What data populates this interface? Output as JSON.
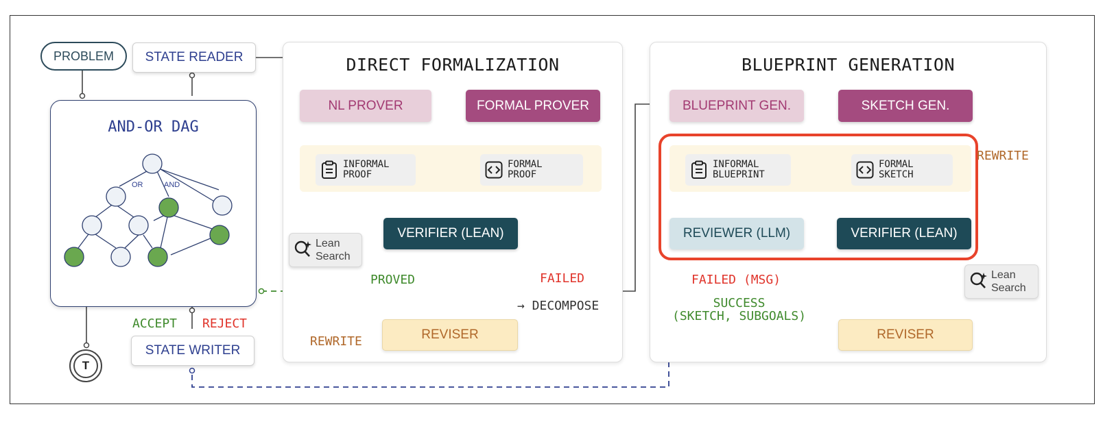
{
  "left": {
    "problem": "PROBLEM",
    "state_reader": "STATE READER",
    "dag_title": "AND-OR DAG",
    "or_label": "OR",
    "and_label": "AND",
    "accept": "ACCEPT",
    "reject": "REJECT",
    "state_writer": "STATE WRITER",
    "terminal": "T"
  },
  "direct": {
    "title": "DIRECT FORMALIZATION",
    "nl_prover": "NL PROVER",
    "formal_prover": "FORMAL PROVER",
    "informal_proof": "INFORMAL\nPROOF",
    "formal_proof": "FORMAL\nPROOF",
    "verifier": "VERIFIER (LEAN)",
    "lean_search": "Lean\nSearch",
    "proved": "PROVED",
    "failed": "FAILED",
    "decompose": "→ DECOMPOSE",
    "reviser": "REVISER",
    "rewrite": "REWRITE"
  },
  "blueprint": {
    "title": "BLUEPRINT GENERATION",
    "blueprint_gen": "BLUEPRINT GEN.",
    "sketch_gen": "SKETCH GEN.",
    "informal_blueprint": "INFORMAL\nBLUEPRINT",
    "formal_sketch": "FORMAL\nSKETCH",
    "reviewer": "REVIEWER (LLM)",
    "verifier": "VERIFIER (LEAN)",
    "failed_msg": "FAILED (MSG)",
    "success": "SUCCESS\n(SKETCH, SUBGOALS)",
    "reviser": "REVISER",
    "rewrite": "REWRITE",
    "lean_search": "Lean\nSearch"
  },
  "colors": {
    "navy": "#2e3f8f",
    "pink": "#e8cfda",
    "magenta": "#a44b7f",
    "teal": "#1e4a57",
    "cream": "#fcebc2",
    "green": "#3f8a2c",
    "red": "#e0342b",
    "orange": "#b0682a",
    "highlight": "#e8432b"
  }
}
